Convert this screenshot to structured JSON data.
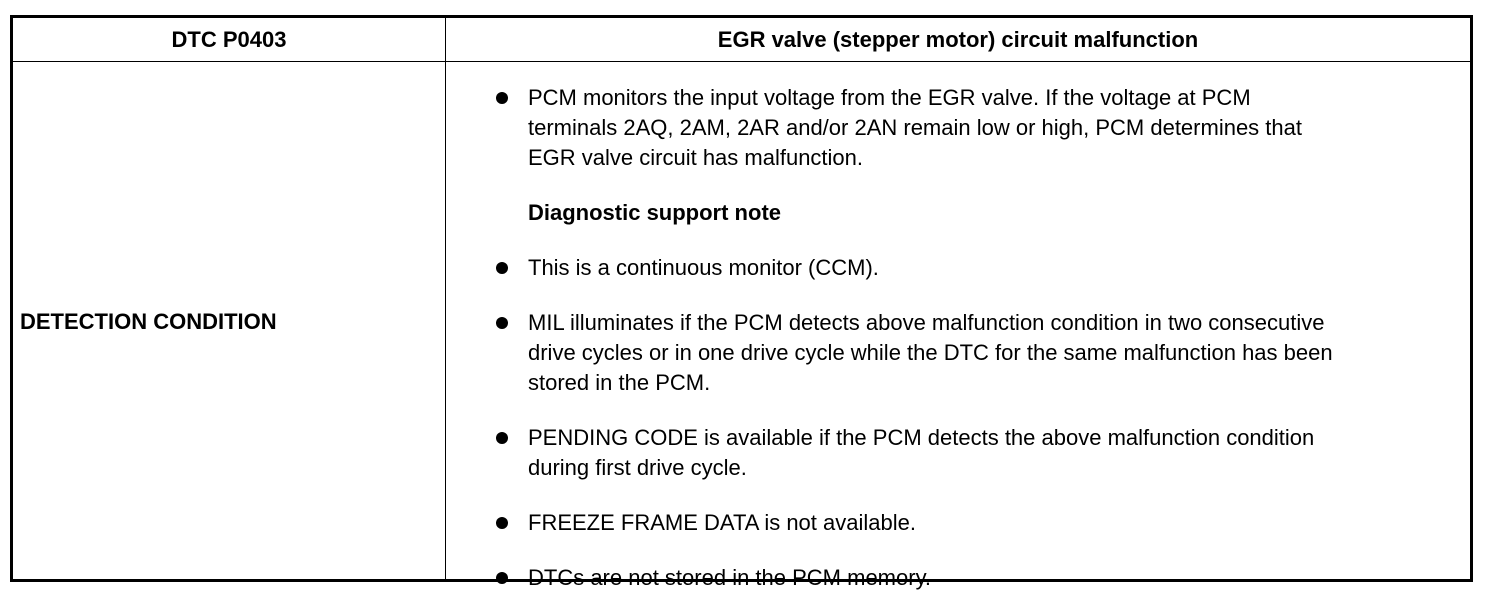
{
  "table": {
    "header": {
      "code": "DTC P0403",
      "title": "EGR valve (stepper motor) circuit malfunction"
    },
    "row_label": "DETECTION CONDITION",
    "bullet_1": {
      "lines": [
        "PCM monitors the input voltage from the EGR valve. If the voltage at PCM",
        "terminals 2AQ, 2AM, 2AR and/or 2AN remain low or high, PCM determines that",
        "EGR valve circuit has malfunction."
      ]
    },
    "note_heading": "Diagnostic support note",
    "bullet_2": {
      "lines": [
        "This is a continuous monitor (CCM)."
      ]
    },
    "bullet_3": {
      "lines": [
        "MIL illuminates if the PCM detects above malfunction condition in two consecutive",
        "drive cycles or in one drive cycle while the DTC for the same malfunction has been",
        "stored in the PCM."
      ]
    },
    "bullet_4": {
      "lines": [
        "PENDING CODE is available if the PCM detects the above malfunction condition",
        "during first drive cycle."
      ]
    },
    "bullet_5": {
      "lines": [
        "FREEZE FRAME DATA is not available."
      ]
    },
    "bullet_6": {
      "lines": [
        "DTCs are not stored in the PCM memory."
      ]
    }
  }
}
